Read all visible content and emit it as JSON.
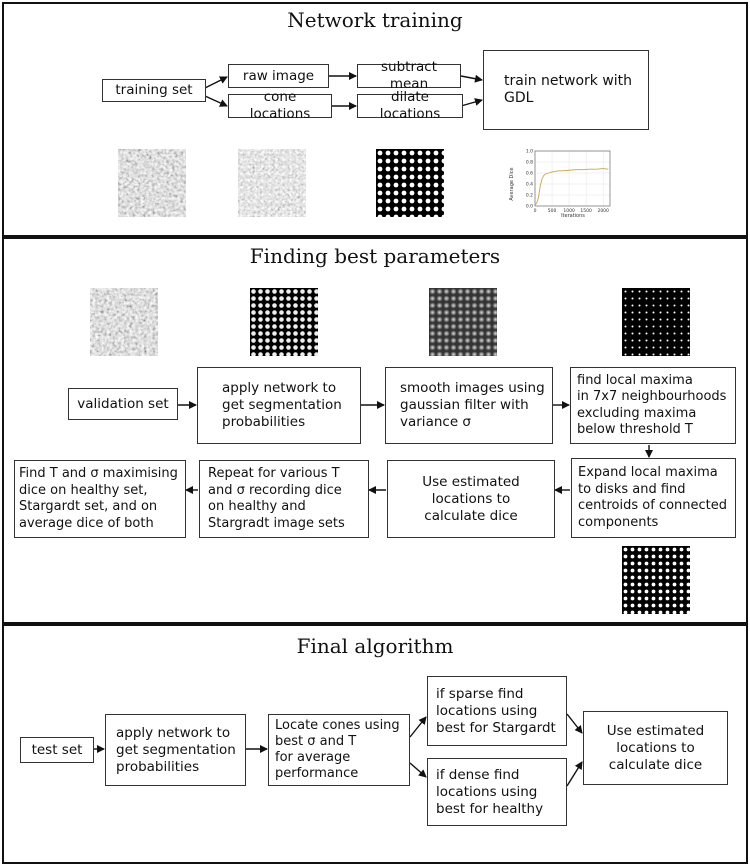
{
  "training": {
    "title": "Network training",
    "boxes": {
      "training_set": "training set",
      "raw_image": "raw image",
      "cone_locations": "cone locations",
      "subtract_mean": "subtract mean",
      "dilate_locations": "dilate locations",
      "train_network": "train network with\nGDL"
    },
    "chart_data": {
      "type": "line",
      "title": "",
      "xlabel": "Iterations",
      "ylabel": "Average Dice",
      "xlim": [
        0,
        2200
      ],
      "ylim": [
        0,
        1.0
      ],
      "x_ticks": [
        "0",
        "500",
        "1000",
        "1500",
        "2000"
      ],
      "y_ticks": [
        "0.0",
        "0.2",
        "0.4",
        "0.6",
        "0.8",
        "1.0"
      ],
      "grid": true,
      "series": [
        {
          "x": [
            0,
            50,
            100,
            150,
            200,
            250,
            300,
            400,
            500,
            600,
            700,
            800,
            1000,
            1200,
            1400,
            1600,
            1800,
            2000,
            2150
          ],
          "y": [
            0.02,
            0.05,
            0.15,
            0.35,
            0.48,
            0.55,
            0.58,
            0.6,
            0.62,
            0.63,
            0.64,
            0.64,
            0.65,
            0.66,
            0.66,
            0.67,
            0.67,
            0.68,
            0.67
          ]
        }
      ],
      "color": "#c8a64a"
    }
  },
  "parameters": {
    "title": "Finding best parameters",
    "boxes": {
      "validation_set": "validation set",
      "apply_network": "apply network to\nget segmentation\nprobabilities",
      "smooth_images": "smooth images using\ngaussian filter with\nvariance σ",
      "find_maxima": "find local maxima\nin 7x7 neighbourhoods\nexcluding maxima\nbelow threshold T",
      "expand_maxima": "Expand local maxima\nto disks and find\ncentroids of connected\ncomponents",
      "use_estimated": "Use estimated\nlocations to\ncalculate dice",
      "repeat": "Repeat for various T\nand σ recording dice\non healthy and\nStargradt image sets",
      "find_t": "Find T and σ maximising\ndice on healthy set,\nStargardt set, and on\naverage dice of both"
    }
  },
  "final": {
    "title": "Final  algorithm",
    "boxes": {
      "test_set": "test set",
      "apply_network": "apply network to\nget segmentation\nprobabilities",
      "locate_cones": "Locate cones using\nbest σ and T\nfor average\nperformance",
      "if_sparse": "if sparse find\nlocations using\nbest for Stargardt",
      "if_dense": "if dense  find\nlocations using\nbest for healthy",
      "use_estimated": "Use estimated\nlocations to\ncalculate dice"
    }
  }
}
